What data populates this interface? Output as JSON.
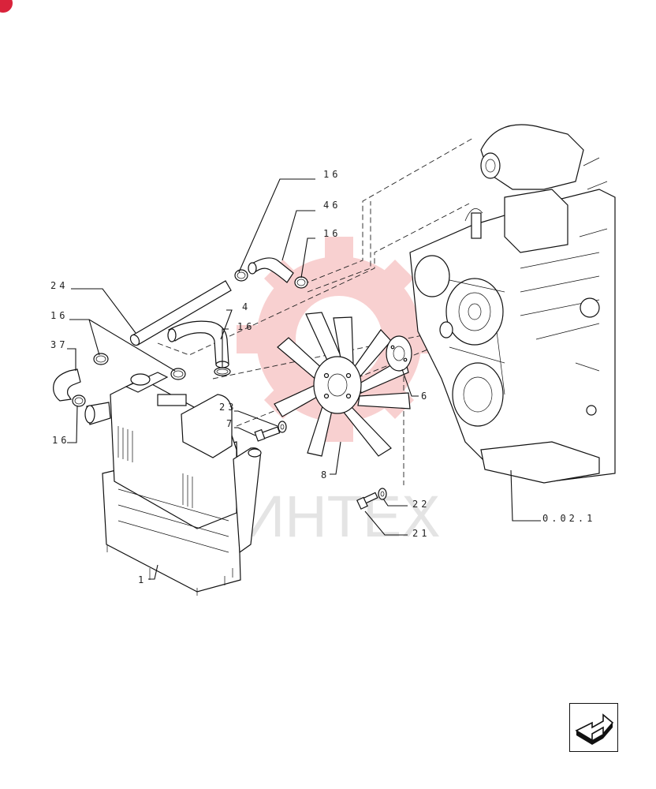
{
  "watermark": {
    "text": "ИНТЕХ",
    "color": "#e32d2d"
  },
  "badge": {
    "color": "#d9233b"
  },
  "callouts": {
    "c16a": "16",
    "c46": "46",
    "c16b": "16",
    "c24": "24",
    "c4": "4",
    "c16c": "16",
    "c16d": "16",
    "c37": "37",
    "c16e": "16",
    "c23": "23",
    "c7": "7",
    "c6": "6",
    "c8": "8",
    "c22": "22",
    "c21": "21",
    "c1": "1",
    "ref": "0.02.1"
  },
  "nav": {
    "icon": "next-page-arrow-icon"
  }
}
